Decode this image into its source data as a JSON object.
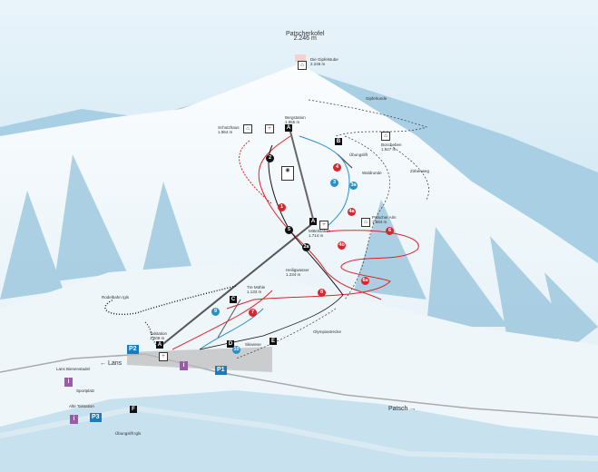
{
  "summit": {
    "name": "Patscherkofel",
    "elevation": "2.246 m"
  },
  "places": [
    {
      "name": "Die Gipfelstube",
      "elevation": "2.246 m"
    },
    {
      "name": "Bergstation",
      "elevation": "1.965 m"
    },
    {
      "name": "Schutzhaus",
      "elevation": "1.964 m"
    },
    {
      "name": "Gipfelrunde",
      "elevation": ""
    },
    {
      "name": "Boscheben",
      "elevation": "1.927 m"
    },
    {
      "name": "Übungslift",
      "elevation": ""
    },
    {
      "name": "Waldrunde",
      "elevation": ""
    },
    {
      "name": "Zirbenweg",
      "elevation": ""
    },
    {
      "name": "Mittelstation",
      "elevation": "1.714 m"
    },
    {
      "name": "Patscher Alm",
      "elevation": "1.694 m"
    },
    {
      "name": "Heiligwasser",
      "elevation": "1.234 m"
    },
    {
      "name": "Tre Mühle",
      "elevation": "1.133 m"
    },
    {
      "name": "Talstation",
      "elevation": "1.009 m"
    },
    {
      "name": "Olympiastrecke",
      "elevation": ""
    },
    {
      "name": "Skiwiese",
      "elevation": ""
    },
    {
      "name": "Rodelbahn Igls",
      "elevation": ""
    },
    {
      "name": "Lans Bienenstadel",
      "elevation": ""
    },
    {
      "name": "Alte Talstation",
      "elevation": ""
    },
    {
      "name": "Übungslift Igls",
      "elevation": ""
    },
    {
      "name": "Sportplatz",
      "elevation": ""
    }
  ],
  "roads": {
    "left": "← Lans",
    "right": "Patsch →"
  },
  "lifts": [
    "A",
    "B",
    "C",
    "D",
    "E",
    "F"
  ],
  "pistes": [
    {
      "n": "1",
      "c": "red"
    },
    {
      "n": "2",
      "c": "black"
    },
    {
      "n": "3",
      "c": "blue"
    },
    {
      "n": "3a",
      "c": "blue"
    },
    {
      "n": "4",
      "c": "red"
    },
    {
      "n": "4a",
      "c": "red"
    },
    {
      "n": "4b",
      "c": "red"
    },
    {
      "n": "5",
      "c": "black"
    },
    {
      "n": "6",
      "c": "red"
    },
    {
      "n": "6a",
      "c": "red"
    },
    {
      "n": "7",
      "c": "red"
    },
    {
      "n": "8",
      "c": "red"
    },
    {
      "n": "9",
      "c": "blue"
    },
    {
      "n": "10",
      "c": "blue"
    },
    {
      "n": "2a",
      "c": "black"
    }
  ],
  "parking": [
    "P1",
    "P2",
    "P3"
  ],
  "info": "i",
  "colors": {
    "red": "#d9252b",
    "blue": "#2a8fc9",
    "black": "#111111",
    "sky": "#cfe6f2"
  }
}
